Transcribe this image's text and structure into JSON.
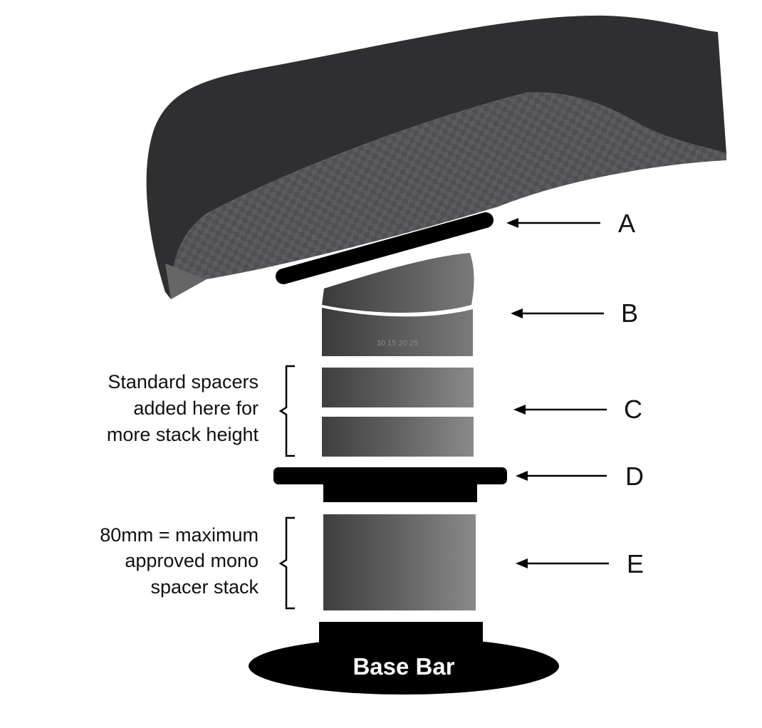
{
  "labels": {
    "a": "A",
    "b": "B",
    "c": "C",
    "d": "D",
    "e": "E"
  },
  "notes": {
    "standard_spacers": [
      "Standard spacers",
      "added here for",
      "more stack height"
    ],
    "mono_spacer": [
      "80mm = maximum",
      "approved mono",
      "spacer stack"
    ]
  },
  "base": {
    "label": "Base Bar"
  },
  "b_markings": "10 15 20 25",
  "colors": {
    "armrest": "#2e2e30",
    "carbon": "#555558",
    "spacer": "#5a5a5a",
    "black": "#000000"
  }
}
